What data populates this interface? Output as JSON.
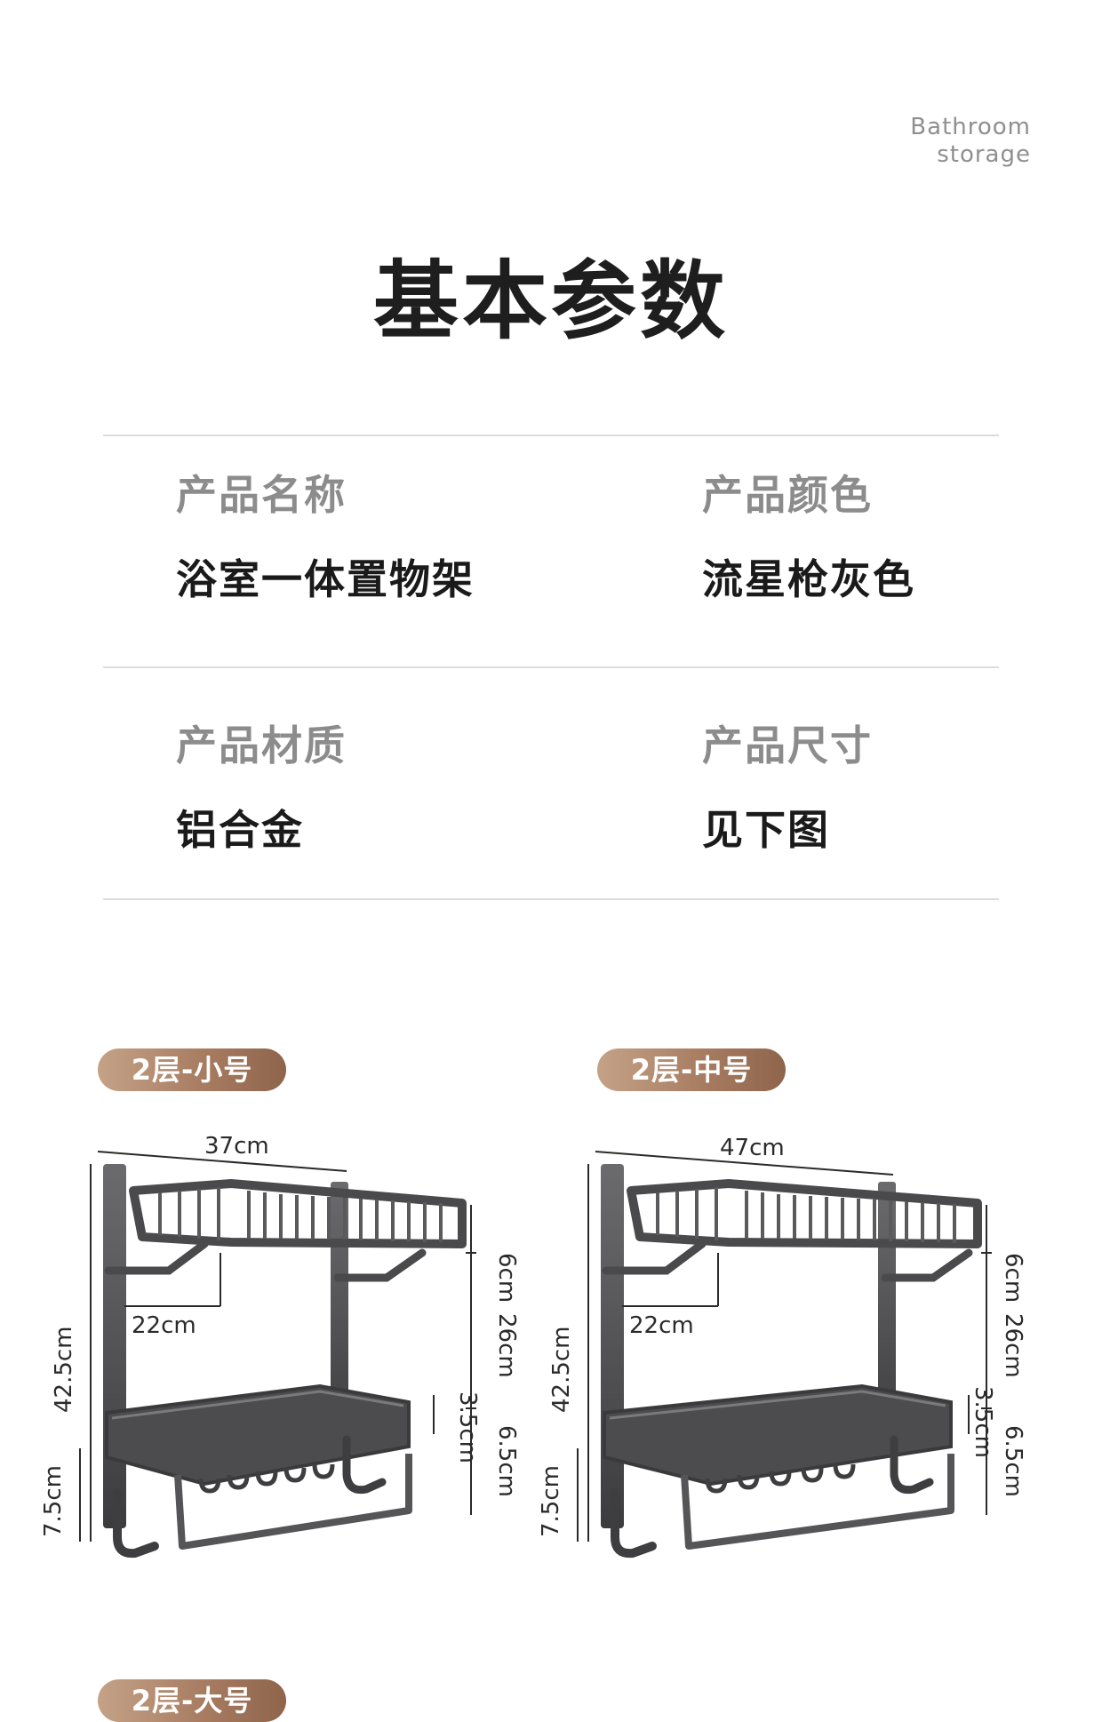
{
  "brand": {
    "line1": "Bathroom",
    "line2": "storage"
  },
  "title": "基本参数",
  "specs": [
    {
      "label": "产品名称",
      "value": "浴室一体置物架"
    },
    {
      "label": "产品颜色",
      "value": "流星枪灰色"
    },
    {
      "label": "产品材质",
      "value": "铝合金"
    },
    {
      "label": "产品尺寸",
      "value": "见下图"
    }
  ],
  "variants": [
    {
      "tag": "2层-小号",
      "dims": {
        "width": "37cm",
        "depth": "22cm",
        "height": "42.5cm",
        "hook": "7.5cm",
        "top": "6cm",
        "gap": "26cm",
        "lip": "3.5cm",
        "bottom": "6.5cm"
      }
    },
    {
      "tag": "2层-中号",
      "dims": {
        "width": "47cm",
        "depth": "22cm",
        "height": "42.5cm",
        "hook": "7.5cm",
        "top": "6cm",
        "gap": "26cm",
        "lip": "3.5cm",
        "bottom": "6.5cm"
      }
    },
    {
      "tag": "2层-大号"
    }
  ],
  "colors": {
    "accent": "#a87d62",
    "metal": "#4a4a4c"
  }
}
